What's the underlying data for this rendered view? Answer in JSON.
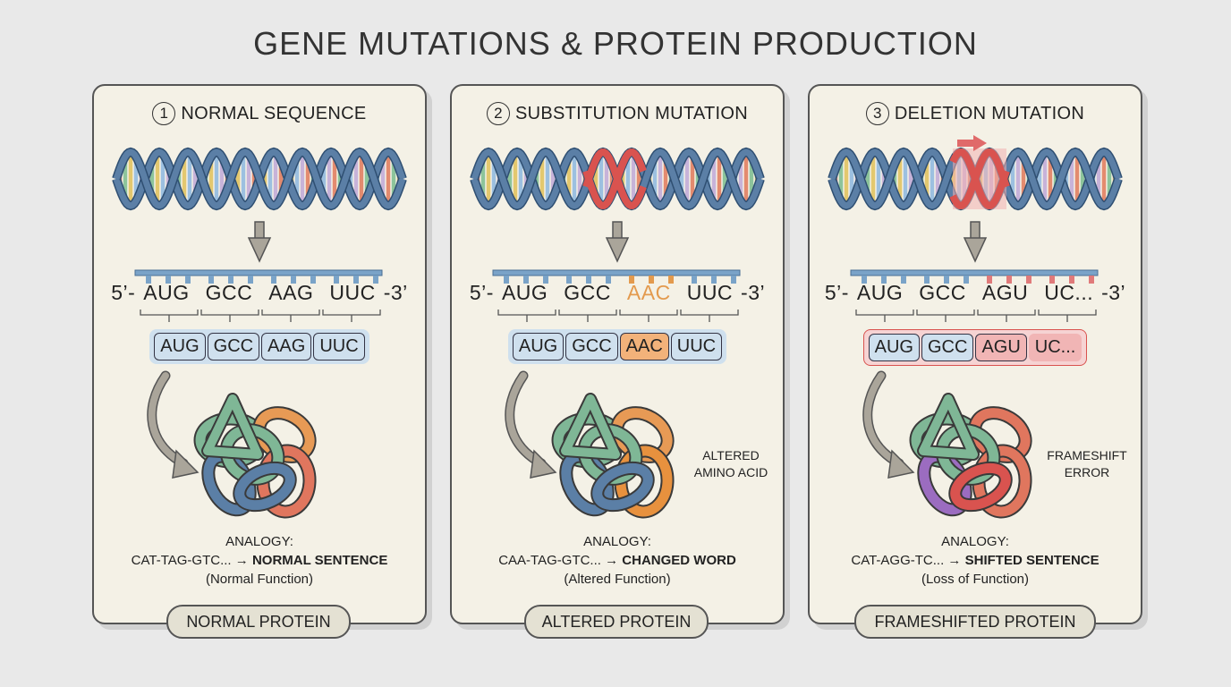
{
  "title": "GENE MUTATIONS & PROTEIN PRODUCTION",
  "panels": [
    {
      "number": "1",
      "heading": "NORMAL SEQUENCE",
      "prime5": "5’-",
      "prime3": "-3’",
      "codons": [
        "AUG",
        "GCC",
        "AAG",
        "UUC"
      ],
      "chips": [
        "AUG",
        "GCC",
        "AAG",
        "UUC"
      ],
      "side_label": "",
      "analogy_label": "ANALOGY:",
      "analogy_seq": "CAT-TAG-GTC... →",
      "analogy_result": "NORMAL SENTENCE",
      "analogy_note": "(Normal Function)",
      "result": "NORMAL PROTEIN"
    },
    {
      "number": "2",
      "heading": "SUBSTITUTION MUTATION",
      "prime5": "5’-",
      "prime3": "-3’",
      "codons": [
        "AUG",
        "GCC",
        "AAC",
        "UUC"
      ],
      "chips": [
        "AUG",
        "GCC",
        "AAC",
        "UUC"
      ],
      "side_label": "ALTERED\nAMINO ACID",
      "analogy_label": "ANALOGY:",
      "analogy_seq": "CAA-TAG-GTC... →",
      "analogy_result": "CHANGED WORD",
      "analogy_note": "(Altered Function)",
      "result": "ALTERED PROTEIN"
    },
    {
      "number": "3",
      "heading": "DELETION MUTATION",
      "prime5": "5’-",
      "prime3": "-3’",
      "codons": [
        "AUG",
        "GCC",
        "AGU",
        "UC..."
      ],
      "chips": [
        "AUG",
        "GCC",
        "AGU",
        "UC..."
      ],
      "side_label": "FRAMESHIFT\nERROR",
      "analogy_label": "ANALOGY:",
      "analogy_seq": "CAT-AGG-TC... →",
      "analogy_result": "SHIFTED SENTENCE",
      "analogy_note": "(Loss of Function)",
      "result": "FRAMESHIFTED PROTEIN"
    }
  ],
  "colors": {
    "strand": "#5b7fa6",
    "mutation": "#d9534f",
    "substitution": "#e39a4e",
    "chip": "#cfe0ee",
    "panel": "#f4f1e6"
  }
}
